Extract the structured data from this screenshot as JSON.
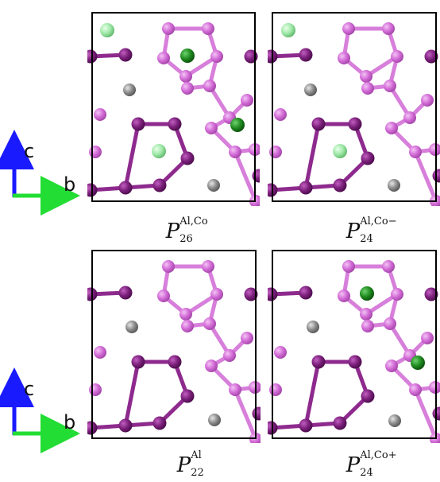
{
  "colors": {
    "dark_atom": "#7a1f7a",
    "light_atom": "#d26ad6",
    "bond_dark": "#8e2a8e",
    "bond_light": "#d77fdb",
    "gray_atom": "#7d7d7d",
    "green_dark": "#1f8a1f",
    "green_light": "#8fe39a",
    "axis_c": "#1a1aff",
    "axis_b": "#22dd33"
  },
  "axes": [
    {
      "vertical": "c",
      "horizontal": "b"
    },
    {
      "vertical": "c",
      "horizontal": "b"
    }
  ],
  "panels": [
    {
      "id": "p26",
      "symbol": "P",
      "subscript": "26",
      "superscript": "Al,Co"
    },
    {
      "id": "p24m",
      "symbol": "P",
      "subscript": "24",
      "superscript": "Al,Co−"
    },
    {
      "id": "p22",
      "symbol": "P",
      "subscript": "22",
      "superscript": "Al"
    },
    {
      "id": "p24p",
      "symbol": "P",
      "subscript": "24",
      "superscript": "Al,Co+"
    }
  ],
  "structures": {
    "p26": {
      "green_dark": [
        [
          236,
          70
        ],
        [
          299,
          157
        ]
      ],
      "green_light": [
        [
          135,
          38
        ],
        [
          200,
          190
        ]
      ],
      "gray": [
        [
          163,
          113
        ],
        [
          269,
          233
        ]
      ],
      "show_pentagon_top": true,
      "show_right_pentagon": true
    },
    "p24m": {
      "green_dark": [],
      "green_light": [
        [
          363,
          38
        ],
        [
          428,
          190
        ]
      ],
      "gray": [
        [
          391,
          113
        ],
        [
          496,
          233
        ]
      ],
      "show_pentagon_top": true,
      "show_right_pentagon": true
    },
    "p22": {
      "green_dark": [],
      "green_light": [],
      "gray": [
        [
          166,
          411
        ],
        [
          270,
          528
        ]
      ],
      "show_pentagon_top": true,
      "show_right_pentagon": true
    },
    "p24p": {
      "green_dark": [
        [
          462,
          369
        ],
        [
          526,
          456
        ]
      ],
      "green_light": [],
      "gray": [
        [
          394,
          411
        ],
        [
          497,
          529
        ]
      ],
      "show_pentagon_top": true,
      "show_right_pentagon": true
    }
  }
}
